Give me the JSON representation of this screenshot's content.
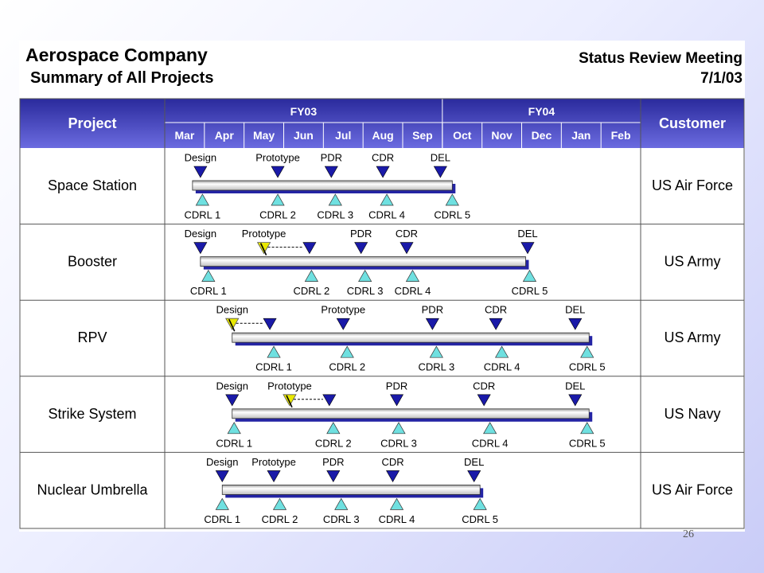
{
  "header": {
    "company": "Aerospace Company",
    "subtitle": "Summary of All Projects",
    "meeting": "Status Review Meeting",
    "date": "7/1/03"
  },
  "page_number": "26",
  "colors": {
    "header_dark": "#2a2a9c",
    "header_light": "#6b6be0",
    "milestone_planned": "#1a1aa8",
    "milestone_slipped": "#e8e800",
    "deliverable": "#6fe0e0",
    "bar_shadow": "#2424a4",
    "grid": "#555555"
  },
  "chart_data": {
    "type": "gantt",
    "columns": {
      "project": "Project",
      "customer": "Customer"
    },
    "fiscal_years": [
      {
        "label": "FY03",
        "months": [
          "Mar",
          "Apr",
          "May",
          "Jun",
          "Jul",
          "Aug",
          "Sep"
        ]
      },
      {
        "label": "FY04",
        "months": [
          "Oct",
          "Nov",
          "Dec",
          "Jan",
          "Feb"
        ]
      }
    ],
    "projects": [
      {
        "name": "Space Station",
        "customer": "US Air Force",
        "bar": [
          0.7,
          7.25
        ],
        "milestones": [
          {
            "label": "Design",
            "at": 0.9
          },
          {
            "label": "Prototype",
            "at": 2.85
          },
          {
            "label": "PDR",
            "at": 4.2
          },
          {
            "label": "CDR",
            "at": 5.5
          },
          {
            "label": "DEL",
            "at": 6.95
          }
        ],
        "deliverables": [
          {
            "label": "CDRL 1",
            "at": 0.95
          },
          {
            "label": "CDRL 2",
            "at": 2.85
          },
          {
            "label": "CDRL 3",
            "at": 4.3
          },
          {
            "label": "CDRL 4",
            "at": 5.6
          },
          {
            "label": "CDRL 5",
            "at": 7.25
          }
        ]
      },
      {
        "name": "Booster",
        "customer": "US Army",
        "bar": [
          0.9,
          9.1
        ],
        "milestones": [
          {
            "label": "Design",
            "at": 0.9
          },
          {
            "label": "Prototype",
            "baseline": 2.5,
            "at": 3.65
          },
          {
            "label": "PDR",
            "at": 4.95
          },
          {
            "label": "CDR",
            "at": 6.1
          },
          {
            "label": "DEL",
            "at": 9.15
          }
        ],
        "deliverables": [
          {
            "label": "CDRL 1",
            "at": 1.1
          },
          {
            "label": "CDRL 2",
            "at": 3.7
          },
          {
            "label": "CDRL 3",
            "at": 5.05
          },
          {
            "label": "CDRL 4",
            "at": 6.25
          },
          {
            "label": "CDRL 5",
            "at": 9.2
          }
        ]
      },
      {
        "name": "RPV",
        "customer": "US Army",
        "bar": [
          1.7,
          10.7
        ],
        "milestones": [
          {
            "label": "Design",
            "baseline": 1.7,
            "at": 2.65
          },
          {
            "label": "Prototype",
            "at": 4.5
          },
          {
            "label": "PDR",
            "at": 6.75
          },
          {
            "label": "CDR",
            "at": 8.35
          },
          {
            "label": "DEL",
            "at": 10.35
          }
        ],
        "deliverables": [
          {
            "label": "CDRL 1",
            "at": 2.75
          },
          {
            "label": "CDRL 2",
            "at": 4.6
          },
          {
            "label": "CDRL 3",
            "at": 6.85
          },
          {
            "label": "CDRL 4",
            "at": 8.5
          },
          {
            "label": "CDRL 5",
            "at": 10.65
          }
        ]
      },
      {
        "name": "Strike System",
        "customer": "US Navy",
        "bar": [
          1.7,
          10.7
        ],
        "milestones": [
          {
            "label": "Design",
            "at": 1.7
          },
          {
            "label": "Prototype",
            "baseline": 3.15,
            "at": 4.15
          },
          {
            "label": "PDR",
            "at": 5.85
          },
          {
            "label": "CDR",
            "at": 8.05
          },
          {
            "label": "DEL",
            "at": 10.35
          }
        ],
        "deliverables": [
          {
            "label": "CDRL 1",
            "at": 1.75
          },
          {
            "label": "CDRL 2",
            "at": 4.25
          },
          {
            "label": "CDRL 3",
            "at": 5.9
          },
          {
            "label": "CDRL 4",
            "at": 8.2
          },
          {
            "label": "CDRL 5",
            "at": 10.65
          }
        ]
      },
      {
        "name": "Nuclear Umbrella",
        "customer": "US Air Force",
        "bar": [
          1.45,
          7.95
        ],
        "milestones": [
          {
            "label": "Design",
            "at": 1.45
          },
          {
            "label": "Prototype",
            "at": 2.75
          },
          {
            "label": "PDR",
            "at": 4.25
          },
          {
            "label": "CDR",
            "at": 5.75
          },
          {
            "label": "DEL",
            "at": 7.8
          }
        ],
        "deliverables": [
          {
            "label": "CDRL 1",
            "at": 1.45
          },
          {
            "label": "CDRL 2",
            "at": 2.9
          },
          {
            "label": "CDRL 3",
            "at": 4.45
          },
          {
            "label": "CDRL 4",
            "at": 5.85
          },
          {
            "label": "CDRL 5",
            "at": 7.95
          }
        ]
      }
    ]
  }
}
